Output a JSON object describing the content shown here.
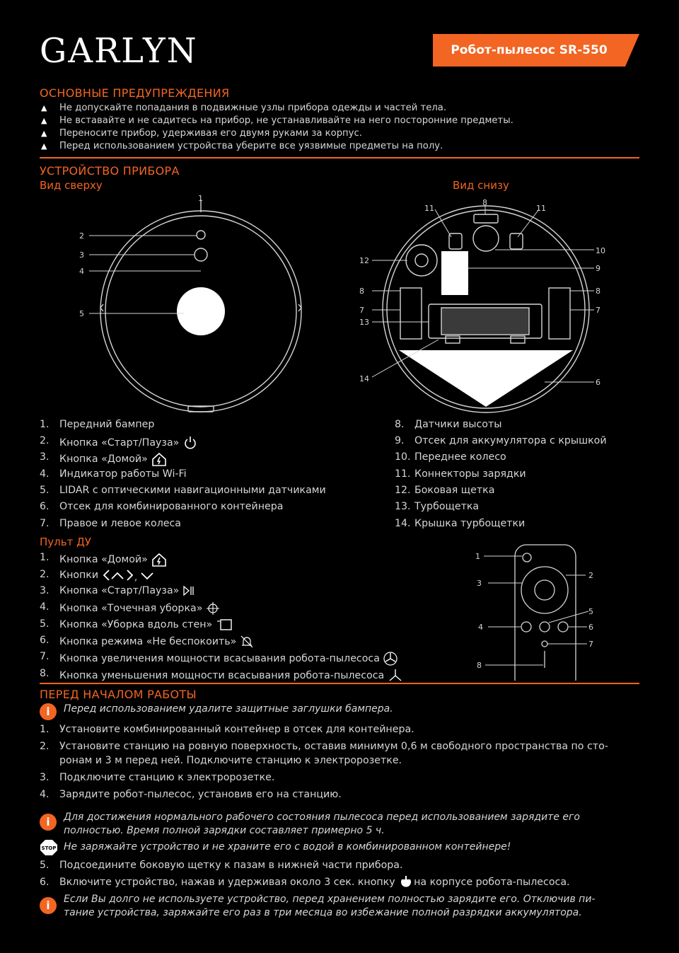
{
  "brand": "GARLYN",
  "model": "Робот-пылесос SR-550",
  "warnings": {
    "title": "ОСНОВНЫЕ ПРЕДУПРЕЖДЕНИЯ",
    "items": [
      "Не допускайте попадания в подвижные узлы прибора одежды и частей тела.",
      "Не вставайте и не садитесь на прибор, не устанавливайте на него посторонние предметы.",
      "Переносите прибор, удерживая его двумя руками за корпус.",
      "Перед использованием устройства уберите все уязвимые предметы на полу."
    ]
  },
  "device": {
    "title": "УСТРОЙСТВО ПРИБОРА",
    "top_view": "Вид сверху",
    "bottom_view": "Вид снизу",
    "top_callouts": [
      "1",
      "2",
      "3",
      "4",
      "5"
    ],
    "bottom_callouts": [
      "11",
      "8",
      "11",
      "10",
      "12",
      "9",
      "8",
      "8",
      "7",
      "7",
      "13",
      "14",
      "6"
    ],
    "parts_left": [
      {
        "n": "1.",
        "t": "Передний бампер"
      },
      {
        "n": "2.",
        "t": "Кнопка «Старт/Пауза»"
      },
      {
        "n": "3.",
        "t": "Кнопка «Домой»"
      },
      {
        "n": "4.",
        "t": "Индикатор работы Wi-Fi"
      },
      {
        "n": "5.",
        "t": "LIDAR с оптическими навигационными датчиками"
      },
      {
        "n": "6.",
        "t": "Отсек для комбинированного контейнера"
      },
      {
        "n": "7.",
        "t": "Правое и левое колеса"
      }
    ],
    "parts_right": [
      {
        "n": "8.",
        "t": "Датчики высоты"
      },
      {
        "n": "9.",
        "t": "Отсек для аккумулятора с крышкой"
      },
      {
        "n": "10.",
        "t": "Переднее колесо"
      },
      {
        "n": "11.",
        "t": "Коннекторы зарядки"
      },
      {
        "n": "12.",
        "t": "Боковая щетка"
      },
      {
        "n": "13.",
        "t": "Турбощетка"
      },
      {
        "n": "14.",
        "t": "Крышка турбощетки"
      }
    ]
  },
  "remote": {
    "title": "Пульт ДУ",
    "items": [
      {
        "n": "1.",
        "t": "Кнопка «Домой»"
      },
      {
        "n": "2.",
        "t": "Кнопки"
      },
      {
        "n": "3.",
        "t": "Кнопка «Старт/Пауза»"
      },
      {
        "n": "4.",
        "t": "Кнопка «Точечная уборка»"
      },
      {
        "n": "5.",
        "t": "Кнопка «Уборка вдоль стен»"
      },
      {
        "n": "6.",
        "t": "Кнопка режима «Не беспокоить»"
      },
      {
        "n": "7.",
        "t": "Кнопка увеличения мощности всасывания робота-пылесоса"
      },
      {
        "n": "8.",
        "t": "Кнопка уменьшения мощности всасывания робота-пылесоса"
      }
    ],
    "callouts": [
      "1",
      "2",
      "3",
      "5",
      "4",
      "6",
      "7",
      "8"
    ],
    "comma": ","
  },
  "before": {
    "title": "ПЕРЕД НАЧАЛОМ РАБОТЫ",
    "note1": "Перед использованием удалите защитные заглушки бампера.",
    "steps_a": [
      {
        "n": "1.",
        "t": "Установите комбинированный контейнер в отсек для контейнера."
      },
      {
        "n": "2.",
        "t": "Установите станцию на ровную поверхность, оставив минимум 0,6 м свободного пространства по сто-"
      },
      {
        "n": "",
        "t": "ронам и 3 м перед ней. Подключите станцию к электророзетке."
      },
      {
        "n": "3.",
        "t": "Подключите станцию к электророзетке."
      },
      {
        "n": "4.",
        "t": "Зарядите робот-пылесос, установив его на станцию."
      }
    ],
    "note2_line1": "Для достижения нормального рабочего состояния пылесоса перед использованием зарядите его",
    "note2_line2": "полностью. Время полной зарядки составляет примерно 5 ч.",
    "stop_label": "STOP",
    "stop_note": "Не заряжайте устройство и не храните его с водой в комбинированном контейнере!",
    "step5": {
      "n": "5.",
      "t": "Подсоедините боковую щетку к пазам в нижней части прибора."
    },
    "step6": {
      "n": "6.",
      "t1": "Включите устройство, нажав и удерживая около 3 сек. кнопку",
      "t2": "на корпусе робота-пылесоса."
    },
    "note3_line1": "Если Вы долго не используете устройство, перед хранением полностью зарядите его. Отключив пи-",
    "note3_line2": "тание устройства, заряжайте его раз в три месяца во избежание полной разрядки аккумулятора.",
    "info_glyph": "i"
  },
  "colors": {
    "accent": "#f26522",
    "text": "#d6d6d6",
    "background": "#000000"
  }
}
